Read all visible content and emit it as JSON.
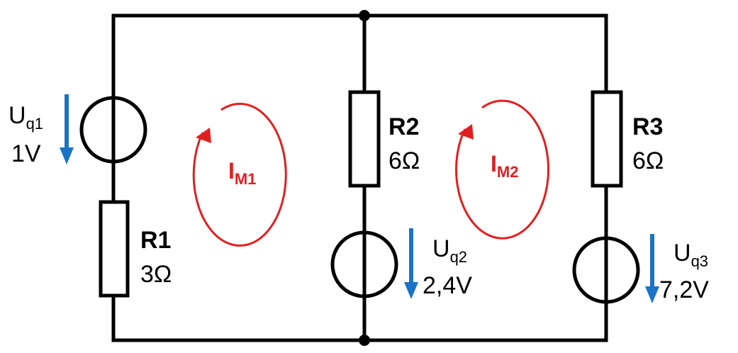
{
  "components": {
    "uq1": {
      "sym": "U",
      "sub": "q1",
      "value": "1V"
    },
    "uq2": {
      "sym": "U",
      "sub": "q2",
      "value": "2,4V"
    },
    "uq3": {
      "sym": "U",
      "sub": "q3",
      "value": "7,2V"
    },
    "r1": {
      "name": "R1",
      "value": "3Ω"
    },
    "r2": {
      "name": "R2",
      "value": "6Ω"
    },
    "r3": {
      "name": "R3",
      "value": "6Ω"
    }
  },
  "meshes": {
    "m1": {
      "sym": "I",
      "sub": "M1"
    },
    "m2": {
      "sym": "I",
      "sub": "M2"
    }
  },
  "colors": {
    "wire": "#000000",
    "voltage_arrow": "#1a73c7",
    "mesh_current": "#e02020"
  }
}
